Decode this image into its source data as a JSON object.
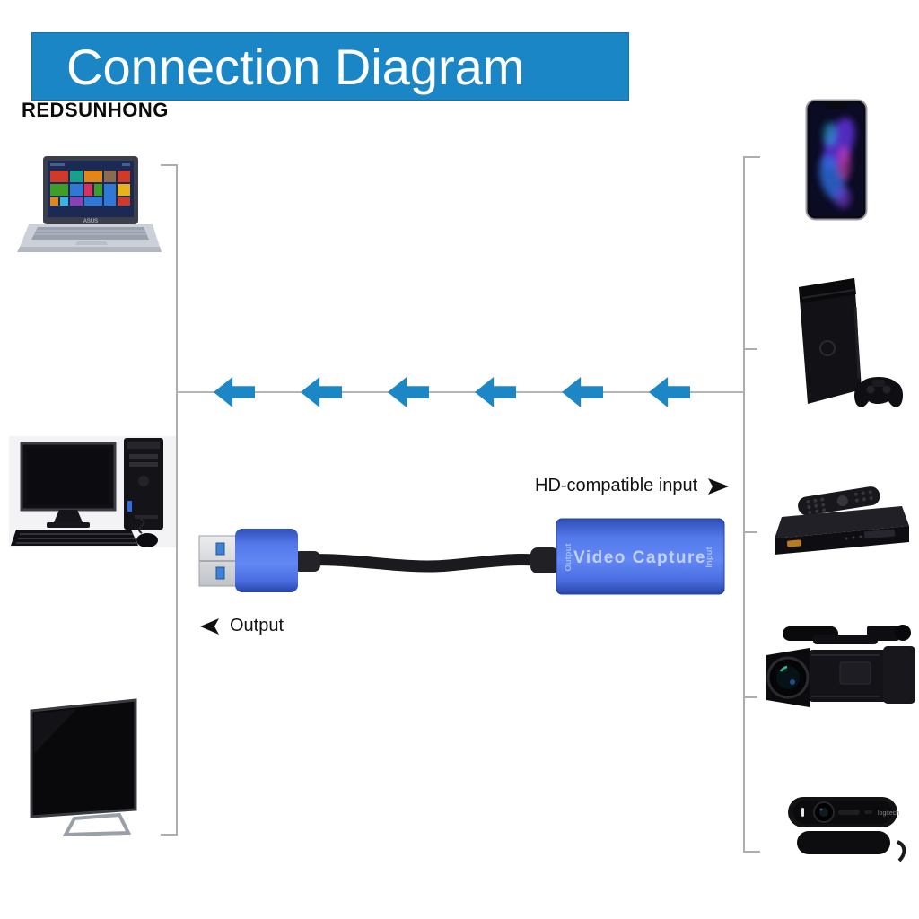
{
  "header": {
    "title": "Connection Diagram",
    "brand": "REDSUNHONG",
    "banner_color": "#1b86c5"
  },
  "labels": {
    "hd_input": "HD-compatible input",
    "output": "Output"
  },
  "adapter": {
    "name": "Video Capture",
    "left_port_label": "Output",
    "right_port_label": "Input",
    "body_color": "#4a6fe0",
    "usb_type": "USB plug with blue pins"
  },
  "flow": {
    "arrow_count": 6,
    "direction": "left",
    "arrow_color": "#1d86c4"
  },
  "output_devices": [
    {
      "id": "laptop",
      "brand": "ASUS",
      "description": "laptop with tiled start screen"
    },
    {
      "id": "desktop-computer",
      "description": "monitor, tower, keyboard, mouse"
    },
    {
      "id": "tv",
      "description": "flat screen television"
    }
  ],
  "input_devices": [
    {
      "id": "smartphone",
      "description": "phone with purple-blue abstract wallpaper"
    },
    {
      "id": "game-console",
      "description": "black console standing with gamepad"
    },
    {
      "id": "set-top-box",
      "description": "black receiver with remote control"
    },
    {
      "id": "camcorder",
      "description": "professional video camera"
    },
    {
      "id": "webcam",
      "brand": "logitech",
      "description": "pill-shaped webcam"
    }
  ]
}
